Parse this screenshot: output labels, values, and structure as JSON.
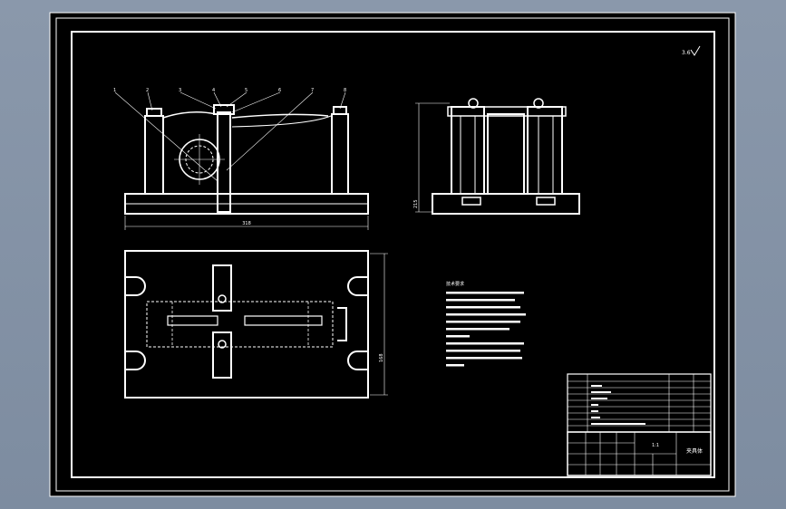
{
  "sheet": {
    "background": "#000000",
    "line_color": "#ffffff",
    "viewport_color": "#8a98ab"
  },
  "top_right_mark": {
    "text": "3.6",
    "symbol": "roughness-check-icon"
  },
  "dimensions": {
    "front_width": "318",
    "side_height": "215",
    "plan_height": "168"
  },
  "balloons": [
    "1",
    "2",
    "3",
    "4",
    "5",
    "6",
    "7",
    "8"
  ],
  "notes_title": "技术要求",
  "title_block": {
    "drawing_name": "夹具体",
    "scale": "1:1"
  }
}
